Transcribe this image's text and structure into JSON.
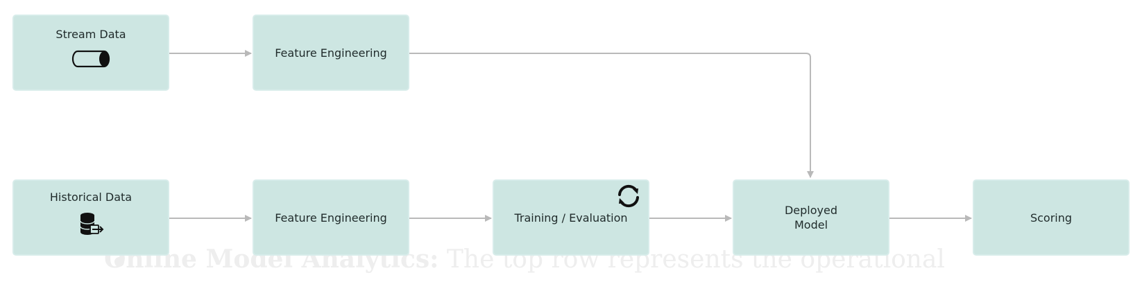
{
  "nodes": {
    "stream_data": {
      "label": "Stream Data",
      "icon": "cylinder-icon"
    },
    "feature_engineering_top": {
      "label": "Feature Engineering"
    },
    "historical_data": {
      "label": "Historical Data",
      "icon": "database-export-icon"
    },
    "feature_engineering_bottom": {
      "label": "Feature Engineering"
    },
    "training_evaluation": {
      "label": "Training / Evaluation",
      "icon": "sync-icon"
    },
    "deployed_model": {
      "label": "Deployed\nModel"
    },
    "scoring": {
      "label": "Scoring"
    }
  },
  "edges": [
    {
      "from": "stream_data",
      "to": "feature_engineering_top"
    },
    {
      "from": "feature_engineering_top",
      "to": "deployed_model"
    },
    {
      "from": "historical_data",
      "to": "feature_engineering_bottom"
    },
    {
      "from": "feature_engineering_bottom",
      "to": "training_evaluation"
    },
    {
      "from": "training_evaluation",
      "to": "deployed_model"
    },
    {
      "from": "deployed_model",
      "to": "scoring"
    }
  ],
  "background_text": {
    "bold": "Online Model Analytics:",
    "rest": " The top row represents the operational"
  },
  "colors": {
    "box_fill": "#cde6e2",
    "box_border": "#d7ecea",
    "connector": "#b9b9b9",
    "icon": "#111111",
    "ghost_text": "#eeeeee"
  }
}
